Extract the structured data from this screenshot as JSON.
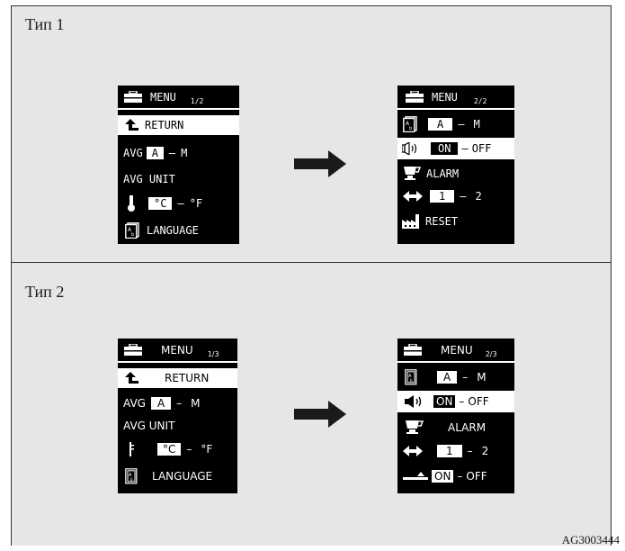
{
  "type1_label": "Тип 1",
  "type2_label": "Тип 2",
  "code": "AG3003444",
  "t1_left": {
    "menu": "MENU",
    "page": "1/2",
    "return": "RETURN",
    "avg": "AVG",
    "avg_a": "A",
    "dash": "–",
    "avg_m": "M",
    "avg_unit": "AVG UNIT",
    "unit_c": "°C",
    "unit_f": "°F",
    "language": "LANGUAGE"
  },
  "t1_right": {
    "menu": "MENU",
    "page": "2/2",
    "lang_a": "A",
    "dash": "–",
    "lang_m": "M",
    "on": "ON",
    "off": "OFF",
    "alarm": "ALARM",
    "one": "1",
    "two": "2",
    "reset": "RESET"
  },
  "t2_left": {
    "menu": "MENU",
    "page": "1/3",
    "return": "RETURN",
    "avg": "AVG",
    "avg_a": "A",
    "dash": "–",
    "avg_m": "M",
    "avg_unit": "AVG UNIT",
    "unit_c": "°C",
    "unit_f": "°F",
    "language": "LANGUAGE"
  },
  "t2_right": {
    "menu": "MENU",
    "page": "2/3",
    "lang_a": "A",
    "dash": "–",
    "lang_m": "M",
    "on": "ON",
    "off": "OFF",
    "alarm": "ALARM",
    "one": "1",
    "two": "2",
    "on2": "ON",
    "off2": "OFF"
  }
}
